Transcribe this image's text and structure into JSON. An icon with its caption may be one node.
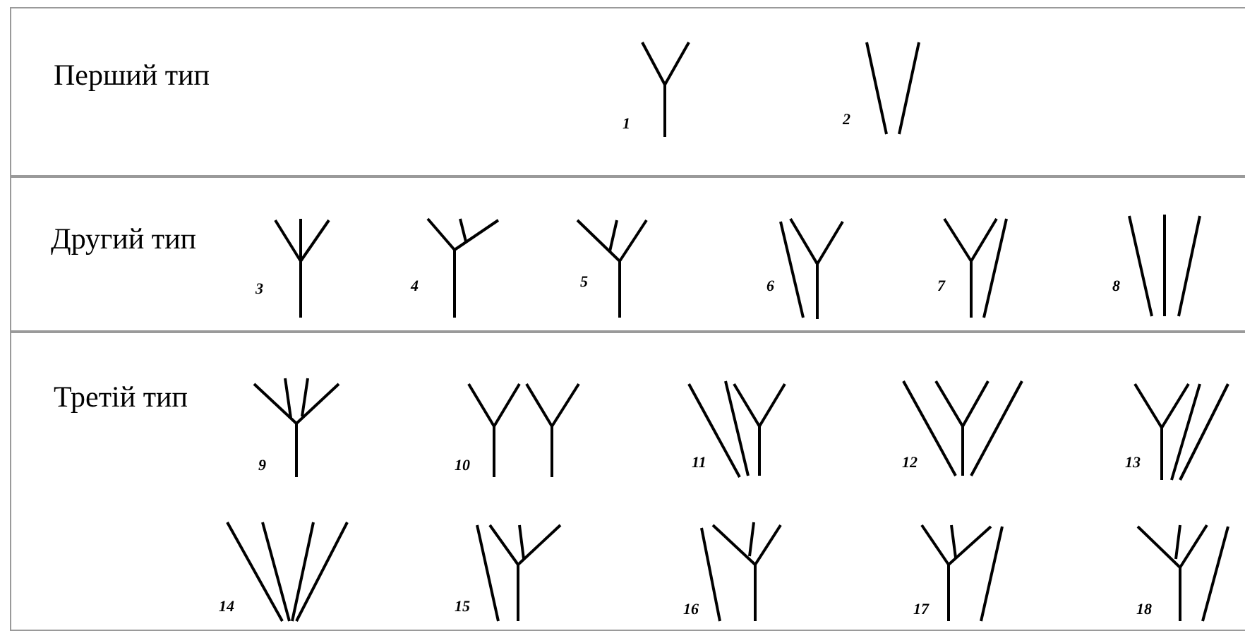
{
  "diagram": {
    "nodes": [
      {
        "text": [
          "Перший тип"
        ]
      },
      {
        "text": [
          "Другий тип"
        ]
      },
      {
        "text": [
          "Третій тип"
        ]
      }
    ],
    "labels": [
      "1",
      "2",
      "3",
      "4",
      "5",
      "6",
      "7",
      "8",
      "9",
      "10",
      "11",
      "12",
      "13",
      "14",
      "15",
      "16",
      "17",
      "18"
    ]
  }
}
